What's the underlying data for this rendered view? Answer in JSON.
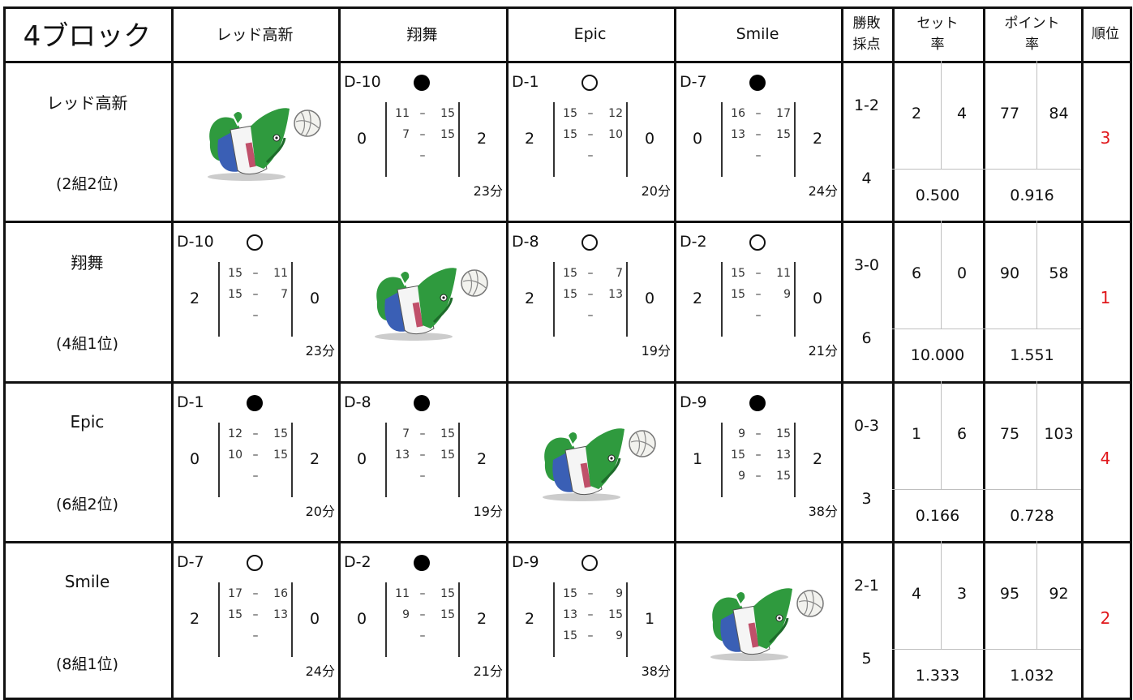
{
  "title": "4ブロック",
  "headers": {
    "teams": [
      "レッド高新",
      "翔舞",
      "Epic",
      "Smile"
    ],
    "win_loss_top": "勝敗",
    "win_loss_bottom": "採点",
    "set_top": "セット",
    "set_bottom": "率",
    "point_top": "ポイント",
    "point_bottom": "率",
    "rank": "順位"
  },
  "rows": [
    {
      "team": "レッド高新",
      "group": "(2組2位)",
      "matches": [
        null,
        {
          "id": "D-10",
          "result": "lose",
          "left": "0",
          "right": "2",
          "sets": [
            [
              "11",
              "15"
            ],
            [
              "7",
              "15"
            ],
            [
              "",
              ""
            ]
          ],
          "duration": "23分"
        },
        {
          "id": "D-1",
          "result": "win",
          "left": "2",
          "right": "0",
          "sets": [
            [
              "15",
              "12"
            ],
            [
              "15",
              "10"
            ],
            [
              "",
              ""
            ]
          ],
          "duration": "20分"
        },
        {
          "id": "D-7",
          "result": "lose",
          "left": "0",
          "right": "2",
          "sets": [
            [
              "16",
              "17"
            ],
            [
              "13",
              "15"
            ],
            [
              "",
              ""
            ]
          ],
          "duration": "24分"
        }
      ],
      "record": "1-2",
      "points": "4",
      "sets_won": "2",
      "sets_lost": "4",
      "set_rate": "0.500",
      "pts_for": "77",
      "pts_against": "84",
      "pt_rate": "0.916",
      "rank": "3"
    },
    {
      "team": "翔舞",
      "group": "(4組1位)",
      "matches": [
        {
          "id": "D-10",
          "result": "win",
          "left": "2",
          "right": "0",
          "sets": [
            [
              "15",
              "11"
            ],
            [
              "15",
              "7"
            ],
            [
              "",
              ""
            ]
          ],
          "duration": "23分"
        },
        null,
        {
          "id": "D-8",
          "result": "win",
          "left": "2",
          "right": "0",
          "sets": [
            [
              "15",
              "7"
            ],
            [
              "15",
              "13"
            ],
            [
              "",
              ""
            ]
          ],
          "duration": "19分"
        },
        {
          "id": "D-2",
          "result": "win",
          "left": "2",
          "right": "0",
          "sets": [
            [
              "15",
              "11"
            ],
            [
              "15",
              "9"
            ],
            [
              "",
              ""
            ]
          ],
          "duration": "21分"
        }
      ],
      "record": "3-0",
      "points": "6",
      "sets_won": "6",
      "sets_lost": "0",
      "set_rate": "10.000",
      "pts_for": "90",
      "pts_against": "58",
      "pt_rate": "1.551",
      "rank": "1"
    },
    {
      "team": "Epic",
      "group": "(6組2位)",
      "matches": [
        {
          "id": "D-1",
          "result": "lose",
          "left": "0",
          "right": "2",
          "sets": [
            [
              "12",
              "15"
            ],
            [
              "10",
              "15"
            ],
            [
              "",
              ""
            ]
          ],
          "duration": "20分"
        },
        {
          "id": "D-8",
          "result": "lose",
          "left": "0",
          "right": "2",
          "sets": [
            [
              "7",
              "15"
            ],
            [
              "13",
              "15"
            ],
            [
              "",
              ""
            ]
          ],
          "duration": "19分"
        },
        null,
        {
          "id": "D-9",
          "result": "lose",
          "left": "1",
          "right": "2",
          "sets": [
            [
              "9",
              "15"
            ],
            [
              "15",
              "13"
            ],
            [
              "9",
              "15"
            ]
          ],
          "duration": "38分"
        }
      ],
      "record": "0-3",
      "points": "3",
      "sets_won": "1",
      "sets_lost": "6",
      "set_rate": "0.166",
      "pts_for": "75",
      "pts_against": "103",
      "pt_rate": "0.728",
      "rank": "4"
    },
    {
      "team": "Smile",
      "group": "(8組1位)",
      "matches": [
        {
          "id": "D-7",
          "result": "win",
          "left": "2",
          "right": "0",
          "sets": [
            [
              "17",
              "16"
            ],
            [
              "15",
              "13"
            ],
            [
              "",
              ""
            ]
          ],
          "duration": "24分"
        },
        {
          "id": "D-2",
          "result": "lose",
          "left": "0",
          "right": "2",
          "sets": [
            [
              "11",
              "15"
            ],
            [
              "9",
              "15"
            ],
            [
              "",
              ""
            ]
          ],
          "duration": "21分"
        },
        {
          "id": "D-9",
          "result": "win",
          "left": "2",
          "right": "1",
          "sets": [
            [
              "15",
              "9"
            ],
            [
              "13",
              "15"
            ],
            [
              "15",
              "9"
            ]
          ],
          "duration": "38分"
        },
        null
      ],
      "record": "2-1",
      "points": "5",
      "sets_won": "4",
      "sets_lost": "3",
      "set_rate": "1.333",
      "pts_for": "95",
      "pts_against": "92",
      "pt_rate": "1.032",
      "rank": "2"
    }
  ],
  "mascot_icon": "mascot-volleyball-icon",
  "colors": {
    "rank": "#e0161a",
    "mascot_green": "#2f9a3e",
    "mascot_blue": "#3a5fb5"
  }
}
